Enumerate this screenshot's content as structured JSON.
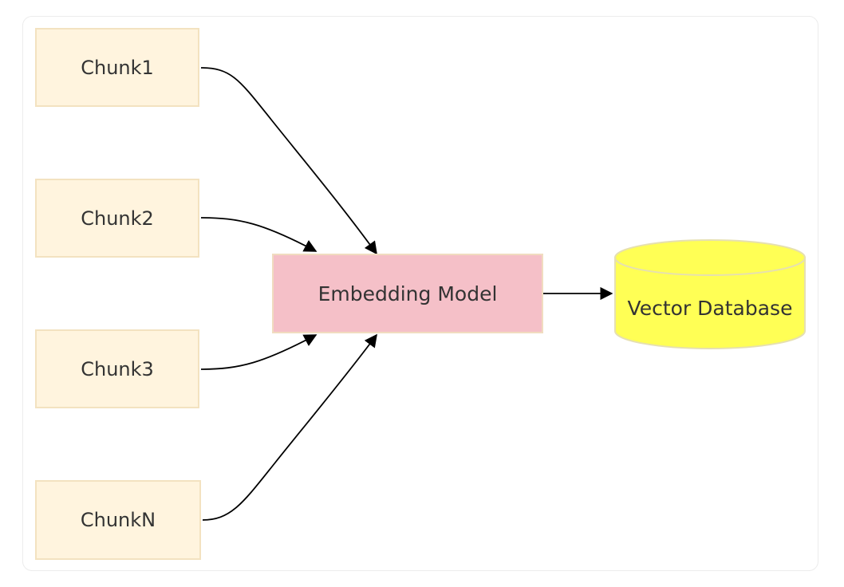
{
  "nodes": {
    "chunk1": {
      "label": "Chunk1"
    },
    "chunk2": {
      "label": "Chunk2"
    },
    "chunk3": {
      "label": "Chunk3"
    },
    "chunkn": {
      "label": "ChunkN"
    },
    "model": {
      "label": "Embedding Model"
    },
    "db": {
      "label": "Vector Database"
    }
  },
  "edges": [
    {
      "from": "Chunk1",
      "to": "Embedding Model"
    },
    {
      "from": "Chunk2",
      "to": "Embedding Model"
    },
    {
      "from": "Chunk3",
      "to": "Embedding Model"
    },
    {
      "from": "ChunkN",
      "to": "Embedding Model"
    },
    {
      "from": "Embedding Model",
      "to": "Vector Database"
    }
  ],
  "colors": {
    "chunk_fill": "#fff4de",
    "chunk_border": "#f3e2c0",
    "model_fill": "#f5c0c8",
    "db_fill": "#ffff55",
    "db_border": "#e6e0b0",
    "edge": "#000000"
  }
}
